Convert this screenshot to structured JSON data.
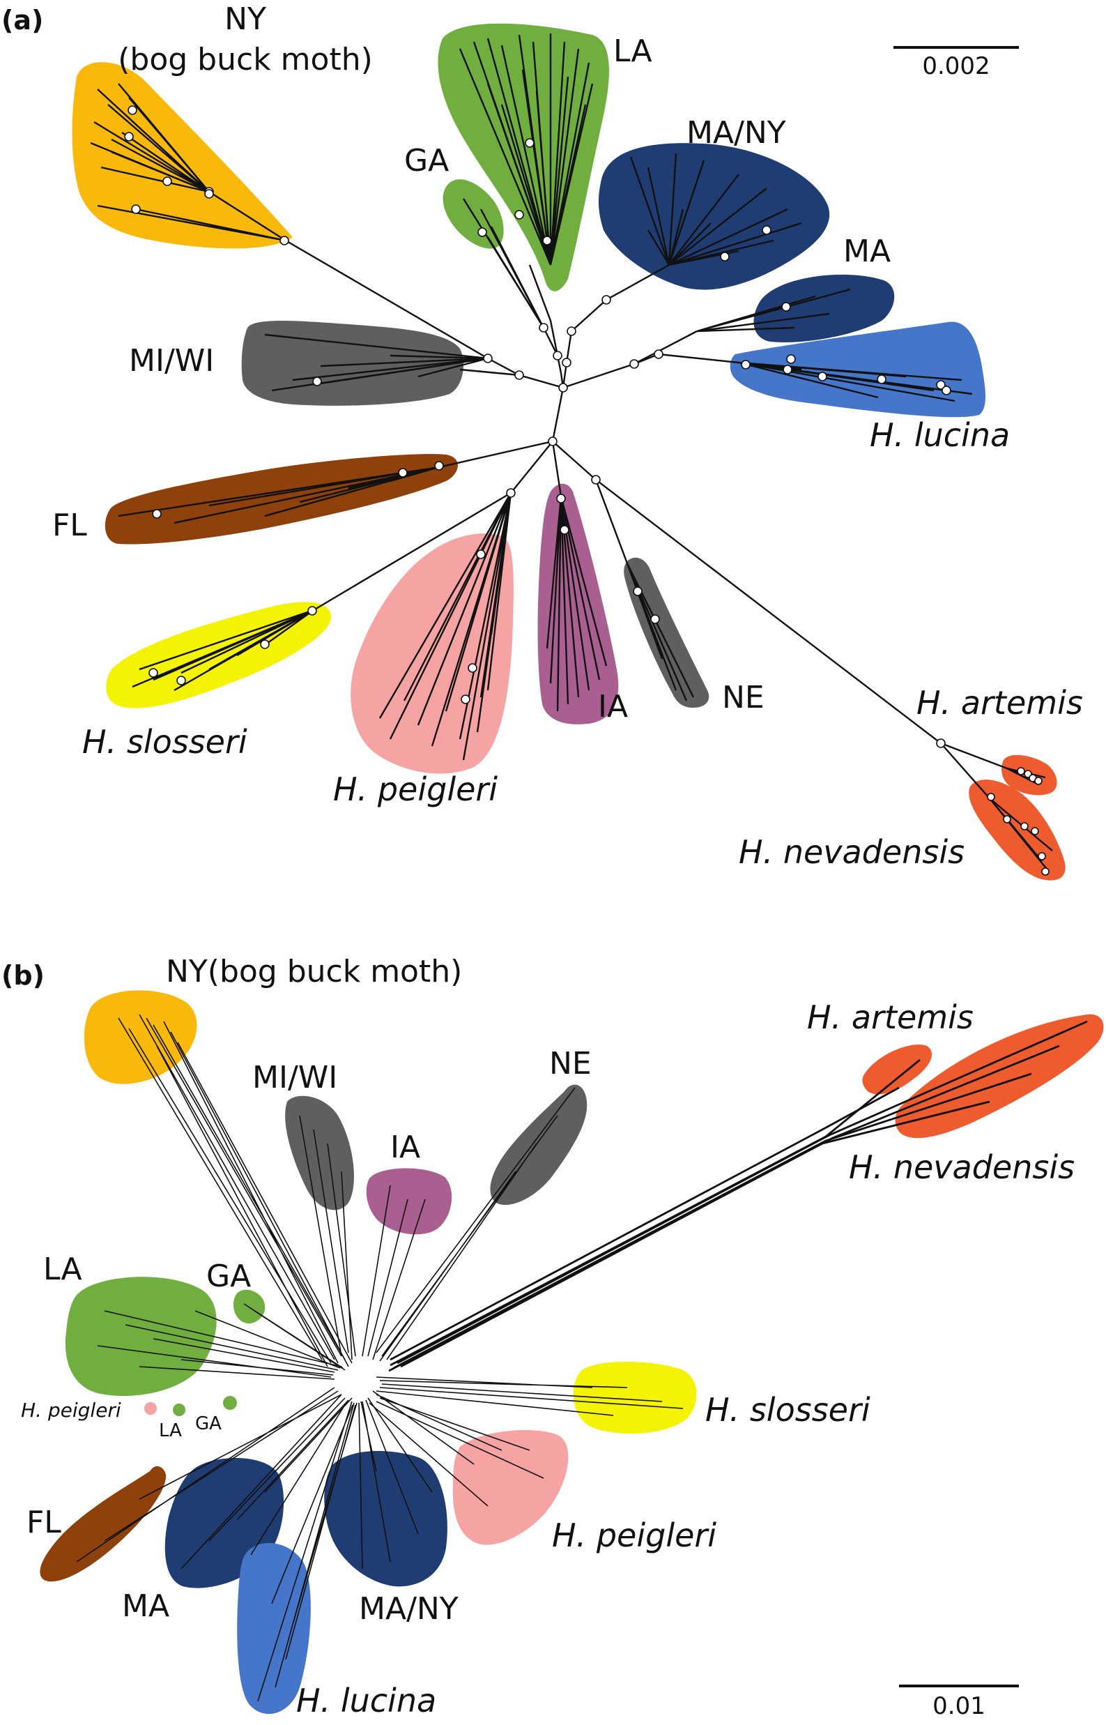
{
  "panel_a": {
    "tag": "(a)",
    "scale_label": "0.002",
    "labels": {
      "ny_line1": "NY",
      "ny_line2": "(bog buck moth)",
      "la": "LA",
      "ga": "GA",
      "ma_ny": "MA/NY",
      "ma": "MA",
      "mi_wi": "MI/WI",
      "lucina": "H. lucina",
      "fl": "FL",
      "slosseri": "H. slosseri",
      "peigleri": "H. peigleri",
      "ia": "IA",
      "ne": "NE",
      "artemis": "H. artemis",
      "nevadensis": "H. nevadensis"
    }
  },
  "panel_b": {
    "tag": "(b)",
    "scale_label": "0.01",
    "labels": {
      "ny": "NY(bog buck moth)",
      "mi_wi": "MI/WI",
      "ia": "IA",
      "ne": "NE",
      "artemis": "H. artemis",
      "nevadensis": "H. nevadensis",
      "la": "LA",
      "ga": "GA",
      "small_peigleri": "H. peigleri",
      "small_la": "LA",
      "small_ga": "GA",
      "slosseri": "H. slosseri",
      "fl": "FL",
      "peigleri": "H. peigleri",
      "ma": "MA",
      "ma_ny": "MA/NY",
      "lucina": "H. lucina"
    }
  },
  "colors": {
    "ny": "#f9b90a",
    "la": "#6fae3f",
    "ga": "#6fae3f",
    "ma_ny": "#203d73",
    "ma": "#203d73",
    "mi_wi": "#5f5f5f",
    "lucina": "#4676c9",
    "fl": "#8e410b",
    "slosseri": "#f3f303",
    "peigleri": "#f5a3a3",
    "ia": "#a96090",
    "ne": "#5f5f5f",
    "artemis": "#ee5b2f",
    "nevadensis": "#ee5b2f"
  }
}
